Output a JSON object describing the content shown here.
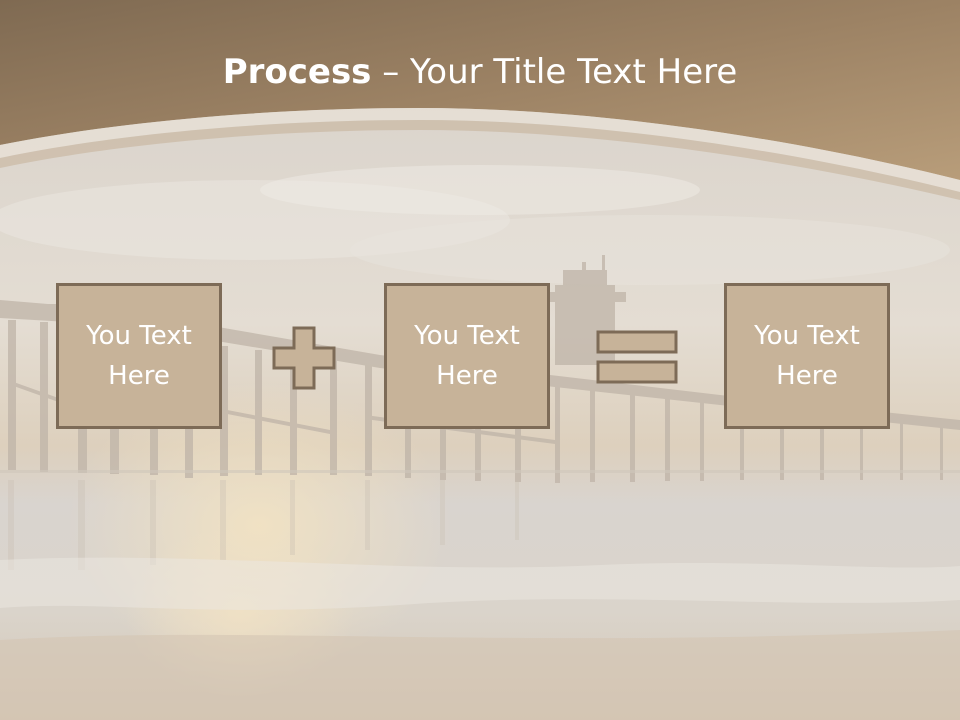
{
  "slide": {
    "title_bold": "Process",
    "title_rest": " – Your Title Text Here"
  },
  "process": {
    "steps": [
      {
        "label": "You Text Here"
      },
      {
        "label": "You Text Here"
      },
      {
        "label": "You Text Here"
      }
    ],
    "operators": [
      "plus-icon",
      "equals-icon"
    ]
  },
  "colors": {
    "header_brown": "#a88a68",
    "box_fill": "#c7b399",
    "box_border": "#7d6b57",
    "text": "#ffffff"
  }
}
